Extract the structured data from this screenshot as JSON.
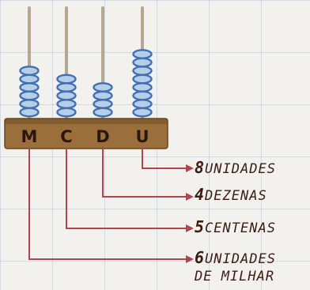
{
  "place_labels": [
    "M",
    "C",
    "D",
    "U"
  ],
  "bead_counts": [
    6,
    5,
    4,
    8
  ],
  "labels": [
    {
      "digit": "8",
      "text": "UNIDADES"
    },
    {
      "digit": "4",
      "text": "DEZENAS"
    },
    {
      "digit": "5",
      "text": "CENTENAS"
    },
    {
      "digit": "6",
      "text": "UNIDADES",
      "line2": "DE MILHAR"
    }
  ],
  "colors": {
    "bead": "#3f6fb4",
    "bead_light": "#b7cfe6",
    "rod": "#b6a890",
    "base": "#9a6f3c",
    "base_dark": "#6a4620",
    "leader": "#b0454f"
  }
}
